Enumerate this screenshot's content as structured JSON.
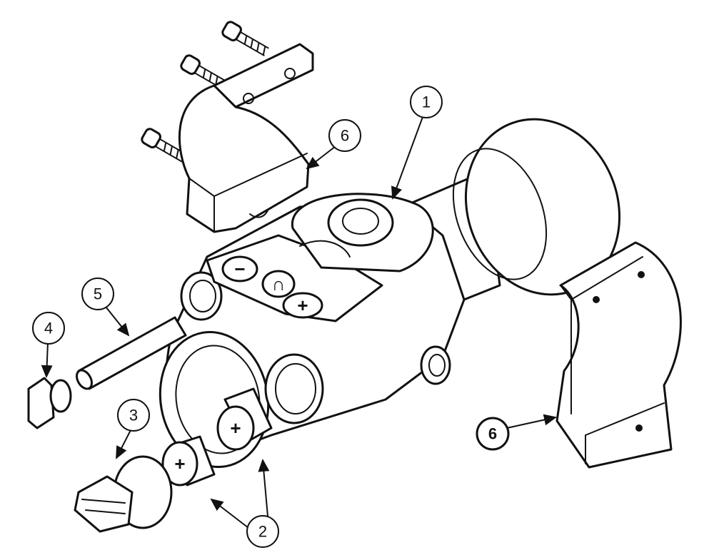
{
  "callouts": [
    {
      "id": "1",
      "label": "1"
    },
    {
      "id": "6a",
      "label": "6"
    },
    {
      "id": "5",
      "label": "5"
    },
    {
      "id": "4",
      "label": "4"
    },
    {
      "id": "3",
      "label": "3"
    },
    {
      "id": "2",
      "label": "2"
    },
    {
      "id": "6b",
      "label": "6"
    }
  ],
  "symbols": {
    "minus": "−",
    "mode": "∩",
    "plus": "+",
    "battery_plus": "+"
  }
}
